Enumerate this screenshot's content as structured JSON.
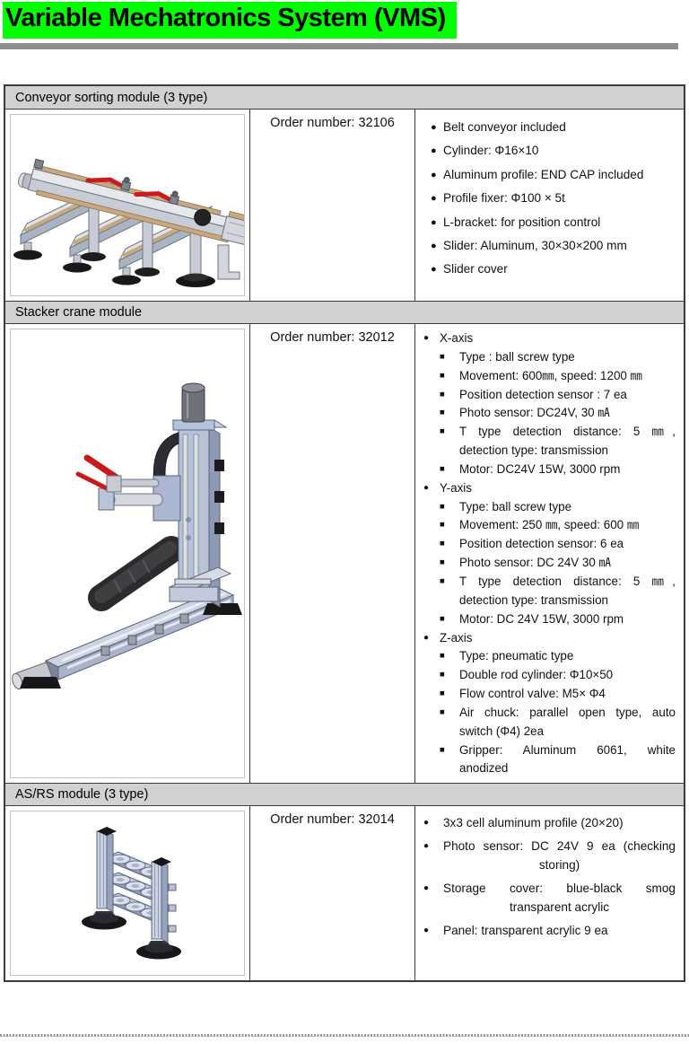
{
  "title": "Variable Mechatronics System (VMS)",
  "colors": {
    "highlight": "#00ff00",
    "divider": "#8e8e8e",
    "header_bg": "#d1d1d1",
    "border": "#3c3c3c",
    "accent_red": "#cd1b1b",
    "steel_blue": "#b6c1da",
    "tan_rail": "#c8a87e"
  },
  "sections": [
    {
      "slug": "conveyor",
      "header": "Conveyor sorting module (3 type)",
      "image_name": "conveyor-sorting-module-image",
      "order_label": "Order number: 32106",
      "specs": [
        {
          "level": 1,
          "lines": [
            "Belt conveyor included"
          ]
        },
        {
          "level": 1,
          "lines": [
            "Cylinder: Φ16×10"
          ]
        },
        {
          "level": 1,
          "lines": [
            "Aluminum profile: END CAP included"
          ]
        },
        {
          "level": 1,
          "lines": [
            "Profile fixer: Φ100 × 5t"
          ]
        },
        {
          "level": 1,
          "lines": [
            "L-bracket: for position control"
          ]
        },
        {
          "level": 1,
          "lines": [
            "Slider: Aluminum, 30×30×200 mm"
          ]
        },
        {
          "level": 1,
          "lines": [
            "Slider cover"
          ]
        }
      ]
    },
    {
      "slug": "stacker",
      "header": "Stacker crane module",
      "image_name": "stacker-crane-module-image",
      "order_label": "Order number: 32012",
      "specs": [
        {
          "level": 1,
          "lines": [
            "X-axis"
          ]
        },
        {
          "level": 2,
          "lines": [
            "Type : ball screw type"
          ]
        },
        {
          "level": 2,
          "lines": [
            "Movement: 600㎜, speed: 1200 ㎜"
          ]
        },
        {
          "level": 2,
          "lines": [
            "Position detection sensor : 7 ea"
          ]
        },
        {
          "level": 2,
          "lines": [
            "Photo sensor: DC24V, 30 ㎃"
          ]
        },
        {
          "level": 2,
          "lines": [
            "T type detection distance: 5 ㎜,",
            "detection type: transmission"
          ]
        },
        {
          "level": 2,
          "lines": [
            "Motor: DC24V 15W, 3000 rpm"
          ]
        },
        {
          "level": 1,
          "lines": [
            "Y-axis"
          ]
        },
        {
          "level": 2,
          "lines": [
            "Type: ball screw type"
          ]
        },
        {
          "level": 2,
          "lines": [
            "Movement: 250 ㎜, speed: 600 ㎜"
          ]
        },
        {
          "level": 2,
          "lines": [
            "Position detection sensor: 6 ea"
          ]
        },
        {
          "level": 2,
          "lines": [
            "Photo sensor: DC 24V 30 ㎃"
          ]
        },
        {
          "level": 2,
          "lines": [
            "T type detection distance: 5 ㎜,",
            "detection type: transmission"
          ]
        },
        {
          "level": 2,
          "lines": [
            "Motor: DC 24V 15W, 3000 rpm"
          ]
        },
        {
          "level": 1,
          "lines": [
            "Z-axis"
          ]
        },
        {
          "level": 2,
          "lines": [
            "Type: pneumatic type"
          ]
        },
        {
          "level": 2,
          "lines": [
            "Double rod cylinder: Φ10×50"
          ]
        },
        {
          "level": 2,
          "lines": [
            "Flow control valve: M5× Φ4"
          ]
        },
        {
          "level": 2,
          "lines": [
            "Air chuck: parallel open type, auto",
            "switch (Φ4) 2ea"
          ]
        },
        {
          "level": 2,
          "lines": [
            "Gripper: Aluminum 6061, white",
            "anodized"
          ]
        }
      ]
    },
    {
      "slug": "asrs",
      "header": "AS/RS module (3 type)",
      "image_name": "asrs-module-image",
      "order_label": "Order number: 32014",
      "specs": [
        {
          "level": 1,
          "lines": [
            "3x3 cell aluminum profile (20×20)"
          ]
        },
        {
          "level": 1,
          "lines": [
            "Photo sensor: DC 24V 9 ea (checking",
            "storing)"
          ]
        },
        {
          "level": 1,
          "lines": [
            "Storage cover: blue-black smog",
            "transparent acrylic"
          ]
        },
        {
          "level": 1,
          "lines": [
            "Panel: transparent acrylic 9 ea"
          ]
        }
      ]
    }
  ]
}
